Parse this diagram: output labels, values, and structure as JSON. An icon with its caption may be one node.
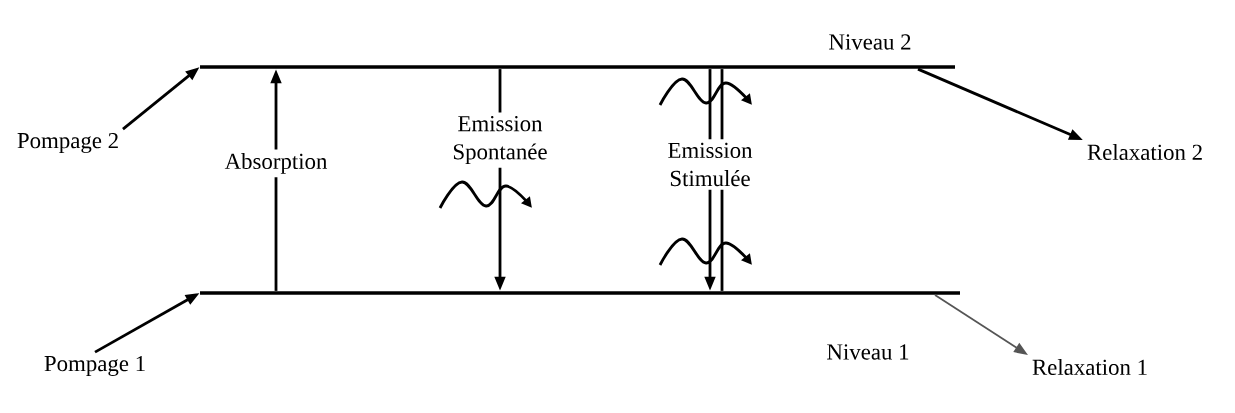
{
  "diagram": {
    "nodes": [
      {
        "text": [
          "Niveau 2"
        ]
      },
      {
        "text": [
          "Niveau 1"
        ]
      },
      {
        "text": [
          "Pompage 2"
        ]
      },
      {
        "text": [
          "Pompage 1"
        ]
      },
      {
        "text": [
          "Relaxation 2"
        ]
      },
      {
        "text": [
          "Relaxation 1"
        ]
      }
    ],
    "edges": [
      {
        "from": 2,
        "to": 0,
        "arrow": "to"
      },
      {
        "from": 3,
        "to": 1,
        "arrow": "to"
      },
      {
        "from": 1,
        "to": 0,
        "arrow": "to",
        "label": "Absorption"
      },
      {
        "from": 0,
        "to": 1,
        "arrow": "to",
        "label": "Emission Spontanée"
      },
      {
        "from": 0,
        "to": 1,
        "arrow": "to",
        "label": "Emission Stimulée"
      },
      {
        "from": 0,
        "to": 1,
        "arrow": "none"
      },
      {
        "from": 0,
        "to": 4,
        "arrow": "to"
      },
      {
        "from": 1,
        "to": 5,
        "arrow": "to",
        "color": "#555555"
      }
    ]
  }
}
